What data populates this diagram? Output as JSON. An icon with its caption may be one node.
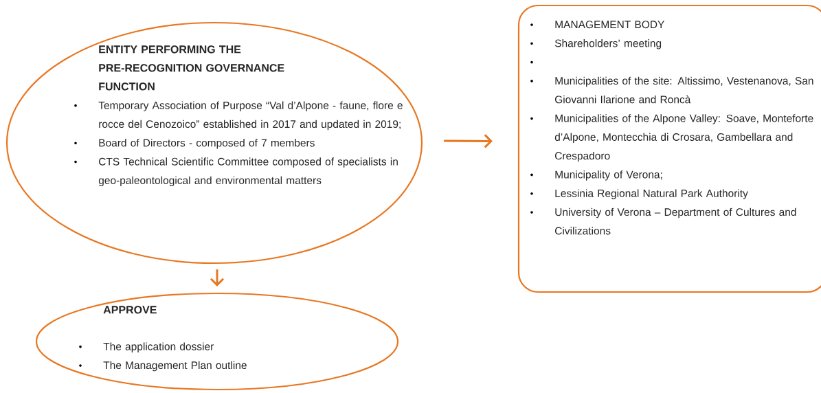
{
  "diagram": {
    "nodes": [
      {
        "text": [
          "ENTITY PERFORMING THE PRE-RECOGNITION GOVERNANCE FUNCTION",
          "Temporary Association of Purpose “Val d’Alpone - faune, flore e rocce del Cenozoico” established in 2017 and updated in 2019;",
          "Board of Directors - composed of 7 members",
          "CTS Technical Scientific Committee composed of specialists in geo-paleontological and environmental matters"
        ]
      },
      {
        "text": [
          "MANAGEMENT BODY",
          "Shareholders’ meeting",
          "Municipalities of the site: Altissimo, Vestenanova, San Giovanni Ilarione and Roncà",
          "Municipalities of the Alpone Valley: Soave, Monteforte d’Alpone, Montecchia di Crosara, Gambellara and Crespadoro",
          "Municipality of Verona;",
          "Lessinia Regional Natural Park Authority",
          "University of Verona – Department of Cultures and Civilizations"
        ]
      },
      {
        "text": [
          "APPROVE",
          "The application dossier",
          "The Management Plan outline"
        ]
      }
    ],
    "edges": [
      {
        "from": 0,
        "to": 1,
        "arrow": "to"
      },
      {
        "from": 0,
        "to": 2,
        "arrow": "to"
      }
    ]
  }
}
